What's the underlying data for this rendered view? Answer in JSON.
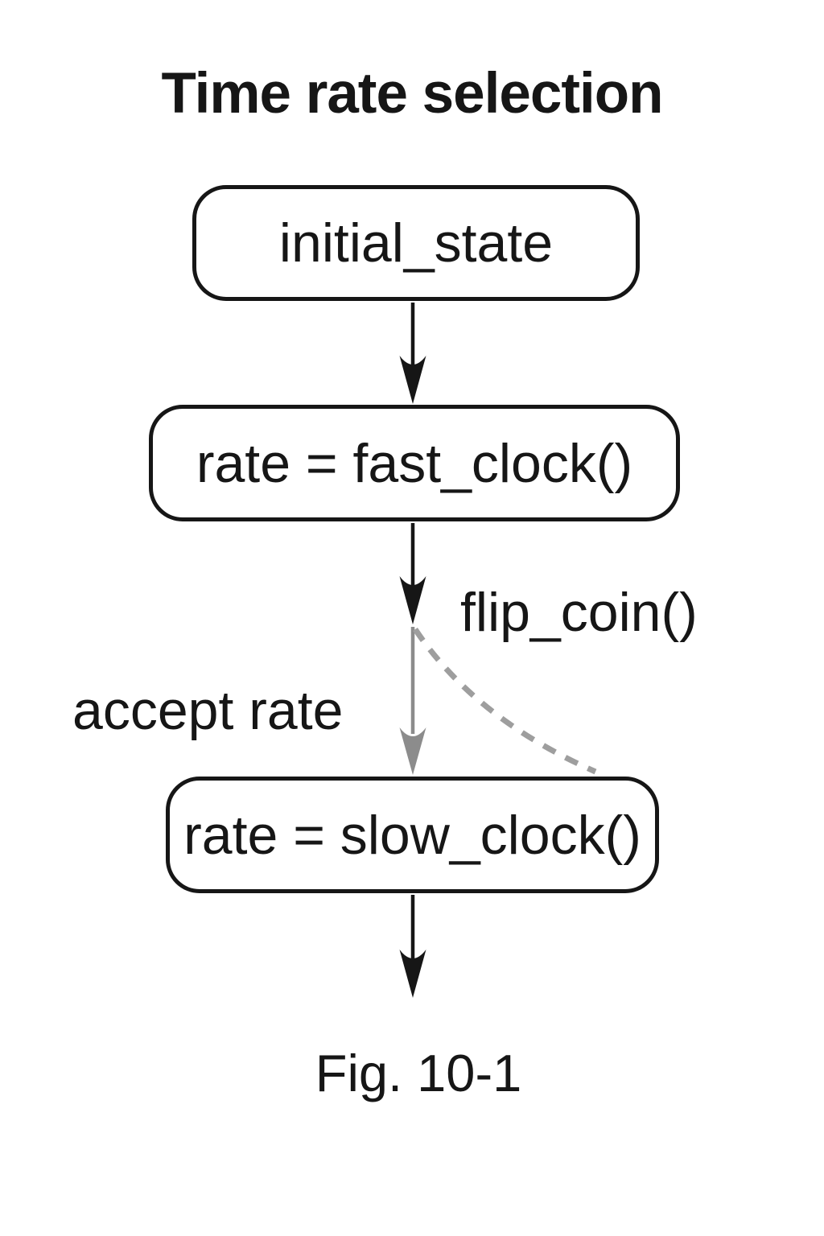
{
  "title": "Time rate selection",
  "caption": "Fig. 10-1",
  "nodes": [
    {
      "id": "initial-state",
      "label": "initial_state"
    },
    {
      "id": "fast-clock",
      "label": "rate = fast_clock()"
    },
    {
      "id": "slow-clock",
      "label": "rate = slow_clock()"
    }
  ],
  "edge_labels": {
    "flip_coin": "flip_coin()",
    "accept_rate": "accept rate"
  },
  "colors": {
    "background": "#ffffff",
    "line_black": "#161616",
    "gray_arrow": "#8c8c8c",
    "gray_dash": "#9e9e9e"
  }
}
